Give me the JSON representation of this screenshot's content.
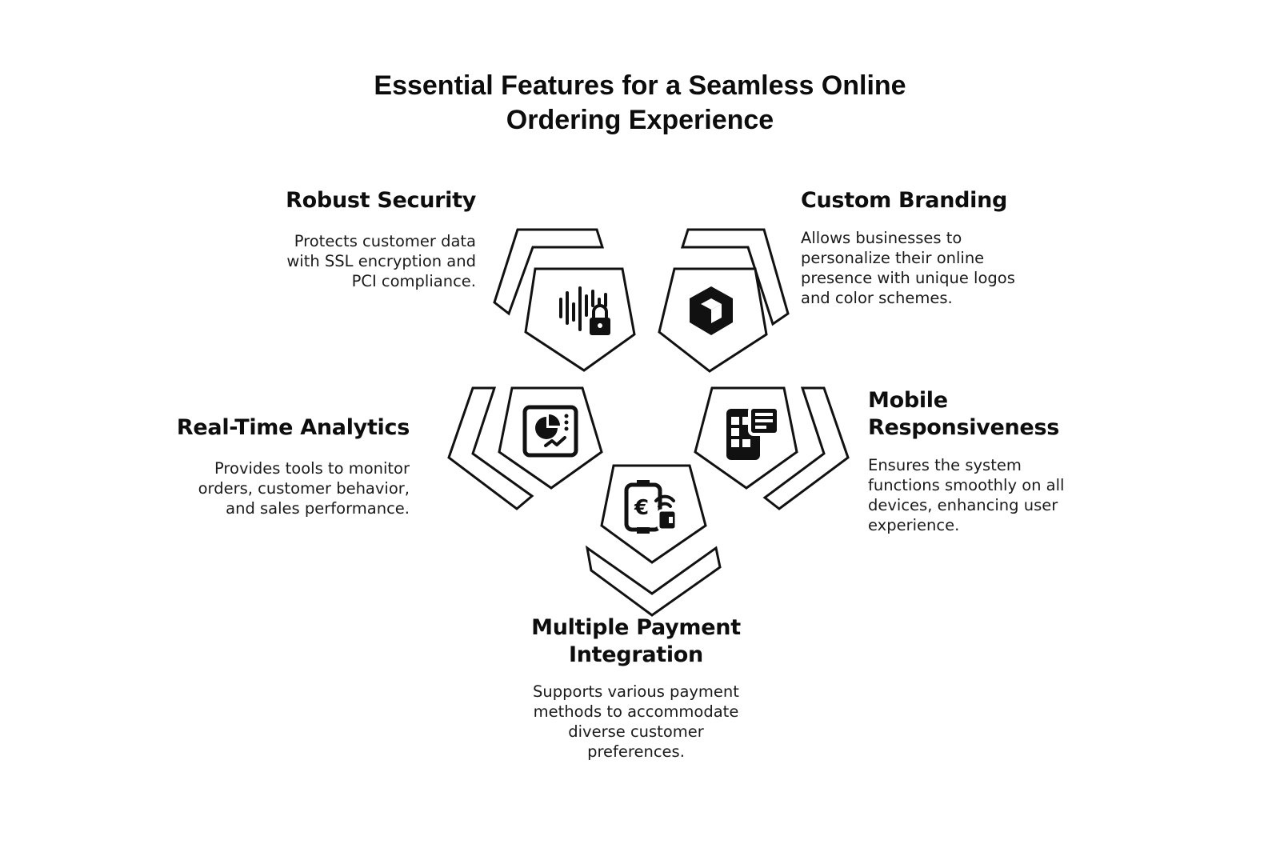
{
  "title": {
    "line1": "Essential Features for a Seamless Online",
    "line2": "Ordering Experience"
  },
  "features": {
    "security": {
      "heading": "Robust Security",
      "lines": [
        "Protects customer data",
        "with SSL encryption and",
        "PCI compliance."
      ],
      "icon": "soundwave-lock-icon"
    },
    "branding": {
      "heading": "Custom Branding",
      "lines": [
        "Allows businesses to",
        "personalize their online",
        "presence with unique logos",
        "and color schemes."
      ],
      "icon": "cube-icon"
    },
    "analytics": {
      "heading": "Real-Time Analytics",
      "lines": [
        "Provides tools to monitor",
        "orders, customer behavior,",
        "and sales performance."
      ],
      "icon": "dashboard-chart-icon"
    },
    "mobile": {
      "heading_line1": "Mobile",
      "heading_line2": "Responsiveness",
      "lines": [
        "Ensures the system",
        "functions smoothly on all",
        "devices, enhancing user",
        "experience."
      ],
      "icon": "mobile-devices-icon"
    },
    "payment": {
      "heading_line1": "Multiple Payment",
      "heading_line2": "Integration",
      "lines": [
        "Supports various payment",
        "methods to accommodate",
        "diverse customer",
        "preferences."
      ],
      "icon": "euro-wallet-contactless-icon"
    }
  },
  "colors": {
    "stroke": "#111111",
    "background": "#ffffff"
  }
}
